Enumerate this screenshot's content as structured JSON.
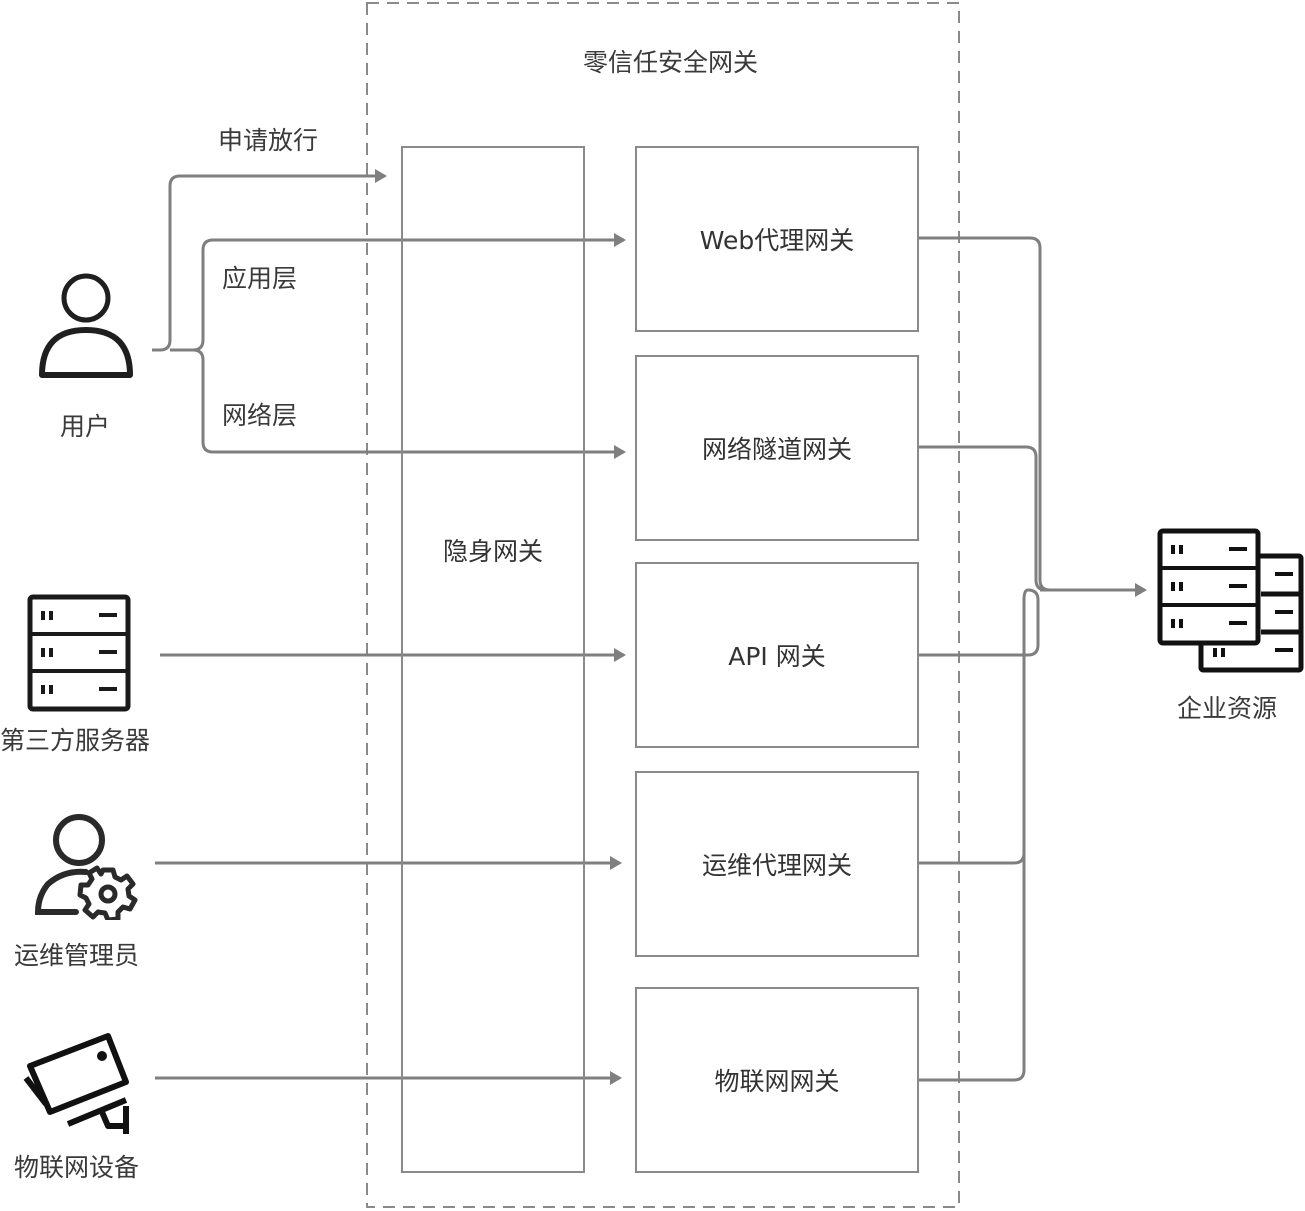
{
  "diagram": {
    "container": {
      "title": "零信任安全网关"
    },
    "stealth_gateway": {
      "label": "隐身网关"
    },
    "gateways": [
      {
        "id": "web",
        "label": "Web代理网关"
      },
      {
        "id": "tunnel",
        "label": "网络隧道网关"
      },
      {
        "id": "api",
        "label": "API 网关"
      },
      {
        "id": "ops",
        "label": "运维代理网关"
      },
      {
        "id": "iot",
        "label": "物联网网关"
      }
    ],
    "sources": [
      {
        "id": "user",
        "label": "用户",
        "icon": "user-icon"
      },
      {
        "id": "third-party-server",
        "label": "第三方服务器",
        "icon": "server-icon"
      },
      {
        "id": "ops-admin",
        "label": "运维管理员",
        "icon": "user-gear-icon"
      },
      {
        "id": "iot-device",
        "label": "物联网设备",
        "icon": "camera-icon"
      }
    ],
    "target": {
      "label": "企业资源",
      "icon": "server-cluster-icon"
    },
    "edge_labels": {
      "request_access": "申请放行",
      "application_layer": "应用层",
      "network_layer": "网络层"
    },
    "edges": [
      {
        "from": "user",
        "to": "stealth_gateway",
        "label": "申请放行"
      },
      {
        "from": "user",
        "to": "web",
        "label": "应用层"
      },
      {
        "from": "user",
        "to": "tunnel",
        "label": "网络层"
      },
      {
        "from": "third-party-server",
        "to": "api"
      },
      {
        "from": "ops-admin",
        "to": "ops"
      },
      {
        "from": "iot-device",
        "to": "iot"
      },
      {
        "from": "web",
        "to": "enterprise-resources"
      },
      {
        "from": "tunnel",
        "to": "enterprise-resources"
      },
      {
        "from": "api",
        "to": "enterprise-resources"
      },
      {
        "from": "ops",
        "to": "enterprise-resources"
      },
      {
        "from": "iot",
        "to": "enterprise-resources"
      }
    ],
    "colors": {
      "line": "#7f7f7f",
      "icon": "#1a1a1a",
      "box_border": "#8a8a8a"
    }
  }
}
